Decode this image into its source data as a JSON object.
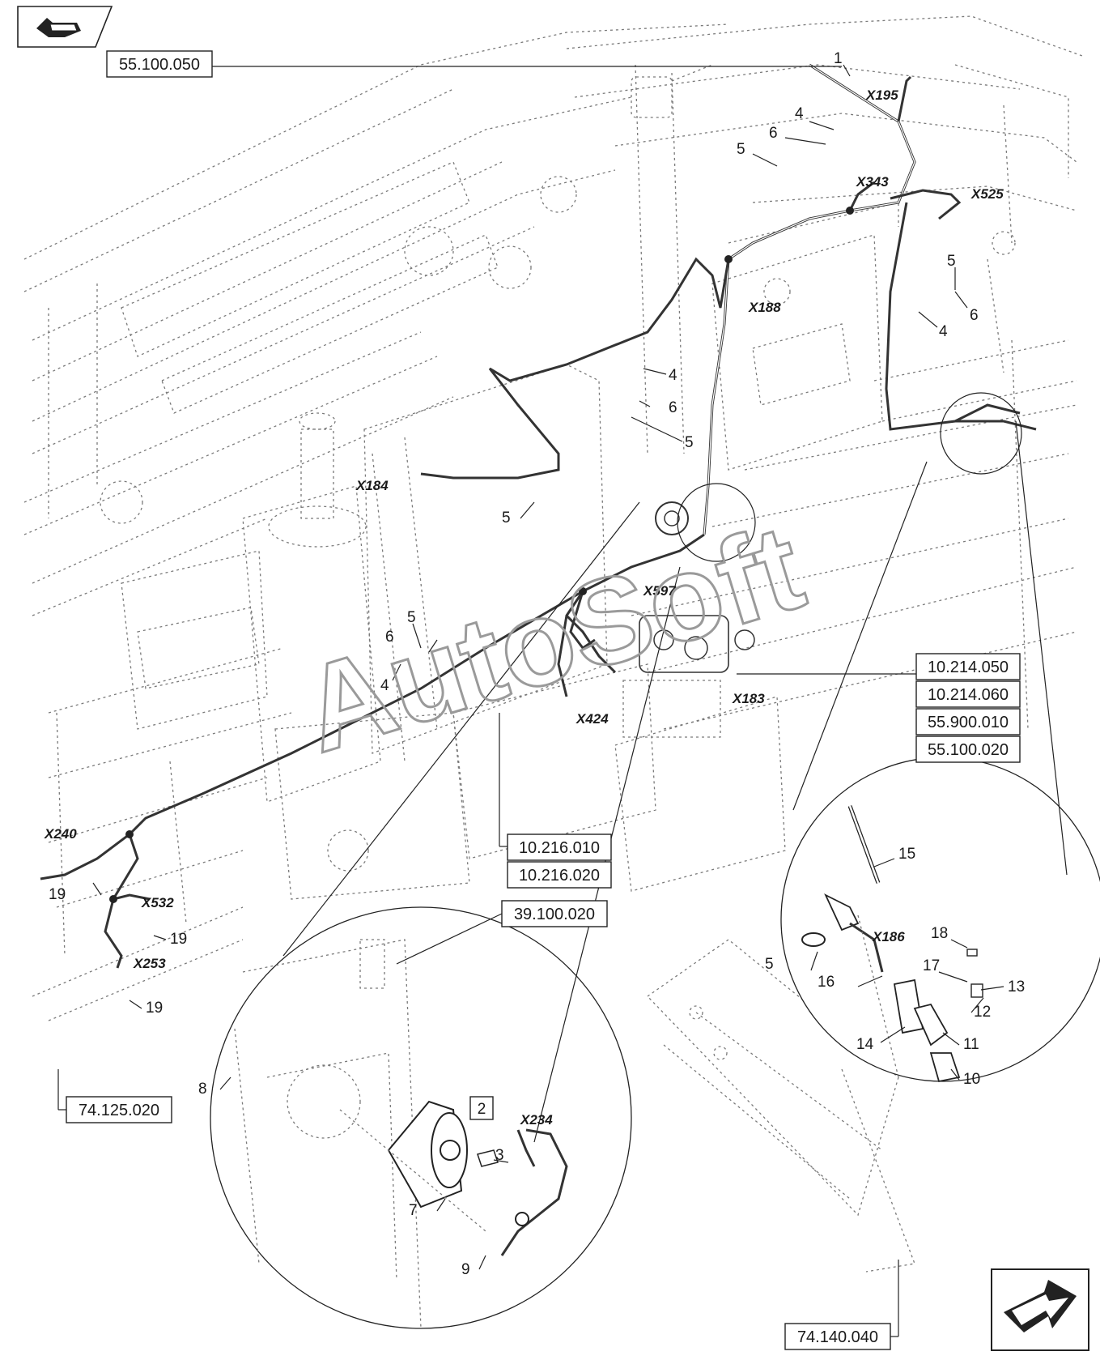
{
  "watermark": "AutoSoft",
  "nav": {
    "prev_icon": "back-arrow-icon",
    "next_icon": "forward-arrow-icon"
  },
  "references": {
    "r1": "55.100.050",
    "r2": "10.214.050",
    "r3": "10.214.060",
    "r4": "55.900.010",
    "r5": "55.100.020",
    "r6": "10.216.010",
    "r7": "10.216.020",
    "r8": "39.100.020",
    "r9": "74.125.020",
    "r10": "74.140.040"
  },
  "connectors": {
    "c1": "X195",
    "c2": "X343",
    "c3": "X525",
    "c4": "X188",
    "c5": "X184",
    "c6": "X597",
    "c7": "X183",
    "c8": "X424",
    "c9": "X240",
    "c10": "X532",
    "c11": "X253",
    "c12": "X234",
    "c13": "X186"
  },
  "callouts": {
    "n1": "1",
    "n4a": "4",
    "n6a": "6",
    "n5a": "5",
    "n5b": "5",
    "n6b": "6",
    "n4b": "4",
    "n4c": "4",
    "n6c": "6",
    "n5c": "5",
    "n5d": "5",
    "n5e": "5",
    "n6e": "6",
    "n4e": "4",
    "n19a": "19",
    "n19b": "19",
    "n19c": "19",
    "n2": "2",
    "n3": "3",
    "n7": "7",
    "n8": "8",
    "n9": "9",
    "n15": "15",
    "n5f": "5",
    "n18": "18",
    "n16": "16",
    "n17": "17",
    "n13": "13",
    "n12": "12",
    "n14": "14",
    "n11": "11",
    "n10": "10"
  }
}
